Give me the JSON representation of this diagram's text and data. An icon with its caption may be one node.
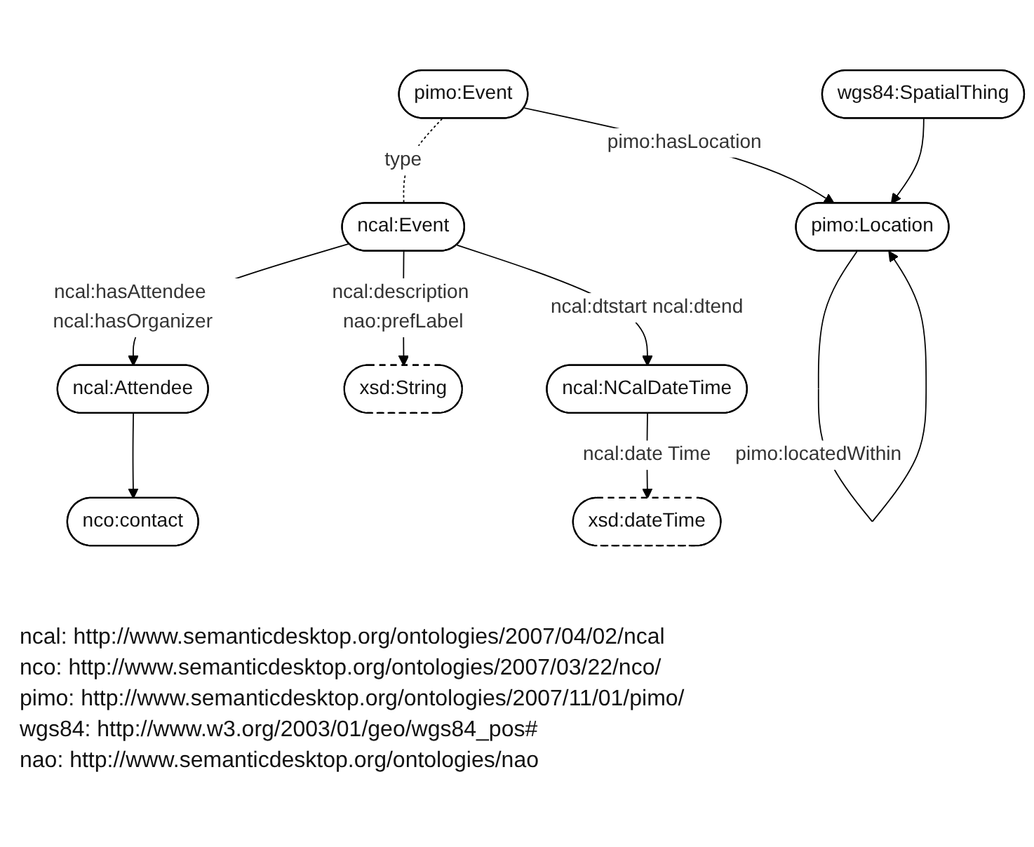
{
  "diagram": {
    "nodes": [
      {
        "text": [
          "pimo:Event"
        ]
      },
      {
        "text": [
          "ncal:NCalDateTime"
        ]
      },
      {
        "text": [
          "xsd:dateTime"
        ]
      },
      {
        "text": [
          "xsd:String"
        ]
      },
      {
        "text": [
          "pimo:Location"
        ]
      },
      {
        "text": [
          "ncal:Event"
        ]
      },
      {
        "text": [
          "wgs84:SpatialThing"
        ]
      },
      {
        "text": [
          "nco:contact"
        ]
      },
      {
        "text": [
          "ncal:Attendee"
        ]
      }
    ],
    "edges": [
      {
        "from": 0,
        "to": 4,
        "arrow": "to",
        "label": "pimo:hasLocation"
      },
      {
        "from": 0,
        "to": 5,
        "arrow": "none",
        "label": "type",
        "style": "dashed"
      },
      {
        "from": 5,
        "to": 1,
        "arrow": "to",
        "label": "ncal:dtstart ncal:dtend"
      },
      {
        "from": 1,
        "to": 2,
        "arrow": "to",
        "label": "ncal:date Time"
      },
      {
        "from": 5,
        "to": 3,
        "arrow": "to",
        "label": "ncal:description nao:prefLabel"
      },
      {
        "from": 4,
        "to": 4,
        "arrow": "to",
        "label": "pimo:locatedWithin"
      },
      {
        "from": 6,
        "to": 4,
        "arrow": "to"
      },
      {
        "from": 5,
        "to": 8,
        "arrow": "to",
        "label": "ncal:hasAttendee ncal:hasOrganizer"
      },
      {
        "from": 8,
        "to": 7,
        "arrow": "to"
      }
    ],
    "labels": [
      "ncal: http://www.semanticdesktop.org/ontologies/2007/04/02/ncal",
      "nco: http://www.semanticdesktop.org/ontologies/2007/03/22/nco/",
      "pimo: http://www.semanticdesktop.org/ontologies/2007/11/01/pimo/",
      "wgs84: http://www.w3.org/2003/01/geo/wgs84_pos#",
      "nao: http://www.semanticdesktop.org/ontologies/nao"
    ]
  }
}
